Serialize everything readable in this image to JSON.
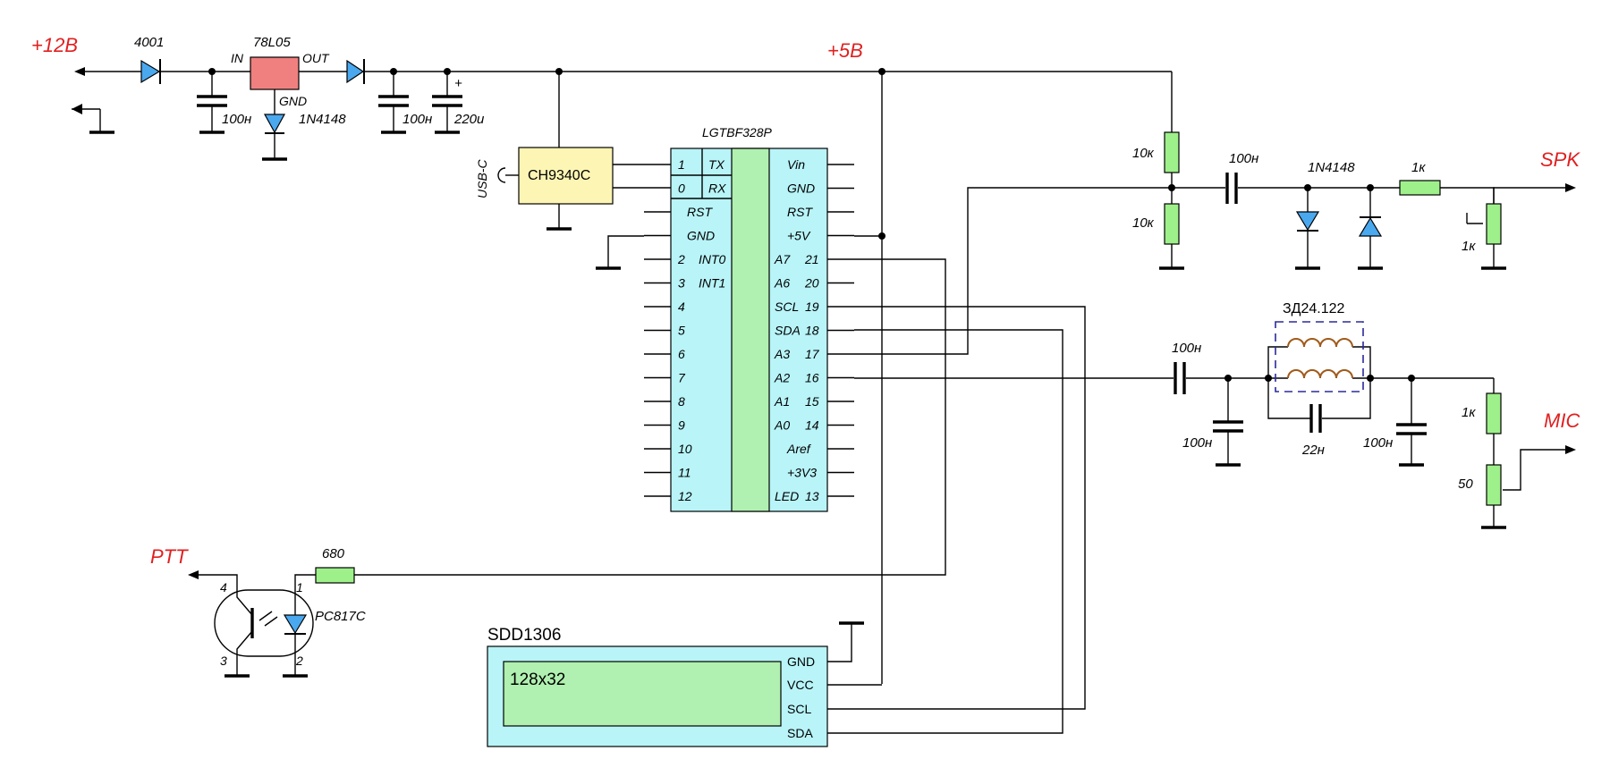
{
  "power": {
    "plus12_label": "+12В",
    "plus5_label": "+5В",
    "diode1_label": "4001",
    "regulator_label": "78L05",
    "reg_in": "IN",
    "reg_out": "OUT",
    "reg_gnd": "GND",
    "diode2_label": "1N4148",
    "cap1_label": "100н",
    "cap2_label": "100н",
    "cap3_label": "220u",
    "cap3_plus": "+"
  },
  "usb": {
    "connector_label": "USB-C",
    "chip_label": "CH9340C"
  },
  "mcu": {
    "title": "LGTBF328P",
    "left_pins": [
      {
        "num": "1",
        "name": "TX"
      },
      {
        "num": "0",
        "name": "RX"
      },
      {
        "num": "",
        "name": "RST"
      },
      {
        "num": "",
        "name": "GND"
      },
      {
        "num": "2",
        "name": "INT0"
      },
      {
        "num": "3",
        "name": "INT1"
      },
      {
        "num": "4",
        "name": ""
      },
      {
        "num": "5",
        "name": ""
      },
      {
        "num": "6",
        "name": ""
      },
      {
        "num": "7",
        "name": ""
      },
      {
        "num": "8",
        "name": ""
      },
      {
        "num": "9",
        "name": ""
      },
      {
        "num": "10",
        "name": ""
      },
      {
        "num": "11",
        "name": ""
      },
      {
        "num": "12",
        "name": ""
      }
    ],
    "right_pins": [
      {
        "name": "Vin",
        "num": ""
      },
      {
        "name": "GND",
        "num": ""
      },
      {
        "name": "RST",
        "num": ""
      },
      {
        "name": "+5V",
        "num": ""
      },
      {
        "name": "A7",
        "num": "21"
      },
      {
        "name": "A6",
        "num": "20"
      },
      {
        "name": "SCL",
        "num": "19"
      },
      {
        "name": "SDA",
        "num": "18"
      },
      {
        "name": "A3",
        "num": "17"
      },
      {
        "name": "A2",
        "num": "16"
      },
      {
        "name": "A1",
        "num": "15"
      },
      {
        "name": "A0",
        "num": "14"
      },
      {
        "name": "Aref",
        "num": ""
      },
      {
        "name": "+3V3",
        "num": ""
      },
      {
        "name": "LED",
        "num": "13"
      }
    ]
  },
  "spk": {
    "label": "SPK",
    "r_top": "10к",
    "r_bottom": "10к",
    "cap": "100н",
    "diode": "1N4148",
    "r_series": "1к",
    "pot": "1к"
  },
  "mic": {
    "label": "MIC",
    "cap_in": "100н",
    "cap_gnd1": "100н",
    "filter_label": "ЗД24.122",
    "cap_parallel": "22н",
    "cap_gnd2": "100н",
    "r_series": "1к",
    "pot": "50"
  },
  "ptt": {
    "label": "PTT",
    "resistor": "680",
    "opto": "PC817C",
    "pin4": "4",
    "pin1": "1",
    "pin3": "3",
    "pin2": "2"
  },
  "display": {
    "title": "SDD1306",
    "size_label": "128x32",
    "pins": [
      "GND",
      "VCC",
      "SCL",
      "SDA"
    ]
  }
}
